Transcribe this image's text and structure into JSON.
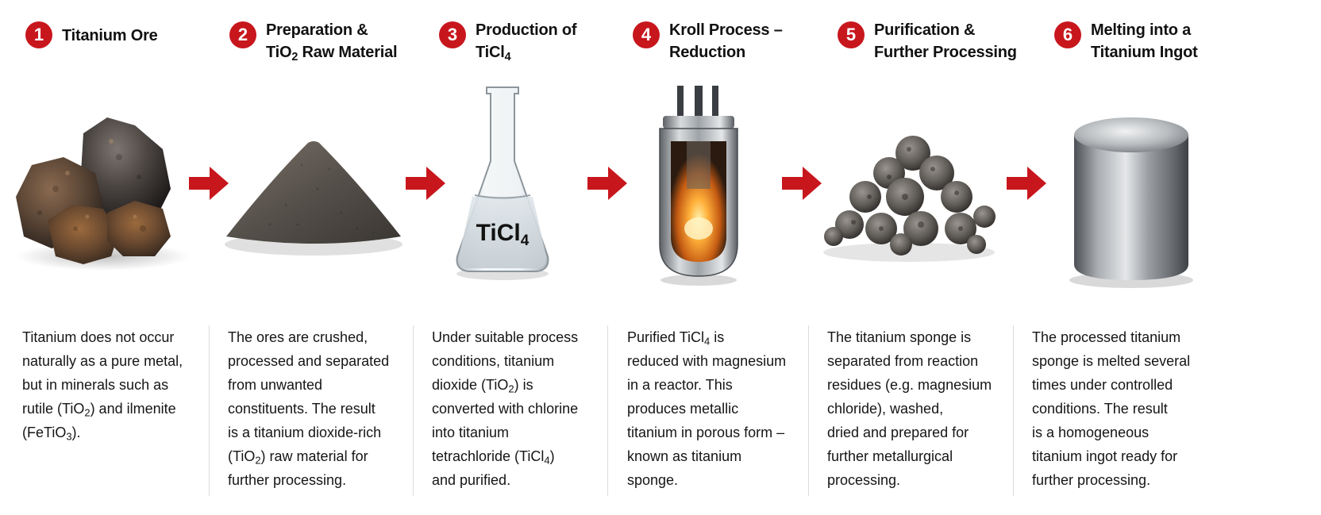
{
  "steps": [
    {
      "number": "1",
      "title_line1": "Titanium Ore",
      "title_line2": "",
      "icon": "ore-rocks",
      "description": [
        "Titanium does not occur",
        "naturally as a pure metal,",
        "but in minerals such as",
        [
          "rutile (TiO",
          "2",
          ") and ilmenite"
        ],
        [
          "(FeTiO",
          "3",
          ")."
        ]
      ]
    },
    {
      "number": "2",
      "title_line1": "Preparation &",
      "title_line2": [
        "TiO",
        "2",
        " Raw Material"
      ],
      "icon": "powder-pile",
      "description": [
        "The ores are crushed,",
        "processed and separated",
        "from unwanted",
        "constituents. The result",
        "is a titanium dioxide-rich",
        [
          "(TiO",
          "2",
          ") raw material for"
        ],
        "further processing."
      ]
    },
    {
      "number": "3",
      "title_line1": "Production of",
      "title_line2": [
        "TiCl",
        "4",
        ""
      ],
      "icon": "flask",
      "flask_label": [
        "TiCl",
        "4"
      ],
      "description": [
        "Under suitable process",
        "conditions, titanium",
        [
          "dioxide (TiO",
          "2",
          ") is"
        ],
        "converted with chlorine",
        "into titanium",
        [
          "tetrachloride (TiCl",
          "4",
          ")"
        ],
        "and purified."
      ]
    },
    {
      "number": "4",
      "title_line1": "Kroll Process –",
      "title_line2": "Reduction",
      "icon": "reactor",
      "description": [
        [
          "Purified TiCl",
          "4",
          " is"
        ],
        "reduced with magnesium",
        "in a reactor. This",
        "produces metallic",
        "titanium in porous form –",
        "known as titanium",
        "sponge."
      ]
    },
    {
      "number": "5",
      "title_line1": "Purification &",
      "title_line2": "Further Processing",
      "icon": "titanium-sponge",
      "description": [
        "The titanium sponge is",
        "separated from reaction",
        "residues (e.g. magnesium",
        "chloride), washed,",
        "dried and prepared for",
        "further metallurgical",
        "processing."
      ]
    },
    {
      "number": "6",
      "title_line1": "Melting into a",
      "title_line2": "Titanium Ingot",
      "icon": "ingot",
      "description": [
        "The processed titanium",
        "sponge is melted several",
        "times under controlled",
        "conditions. The result",
        "is a homogeneous",
        "titanium ingot ready for",
        "further processing."
      ]
    }
  ],
  "colors": {
    "accent": "#c8161d",
    "text": "#151515",
    "divider": "#dcdcdc"
  }
}
